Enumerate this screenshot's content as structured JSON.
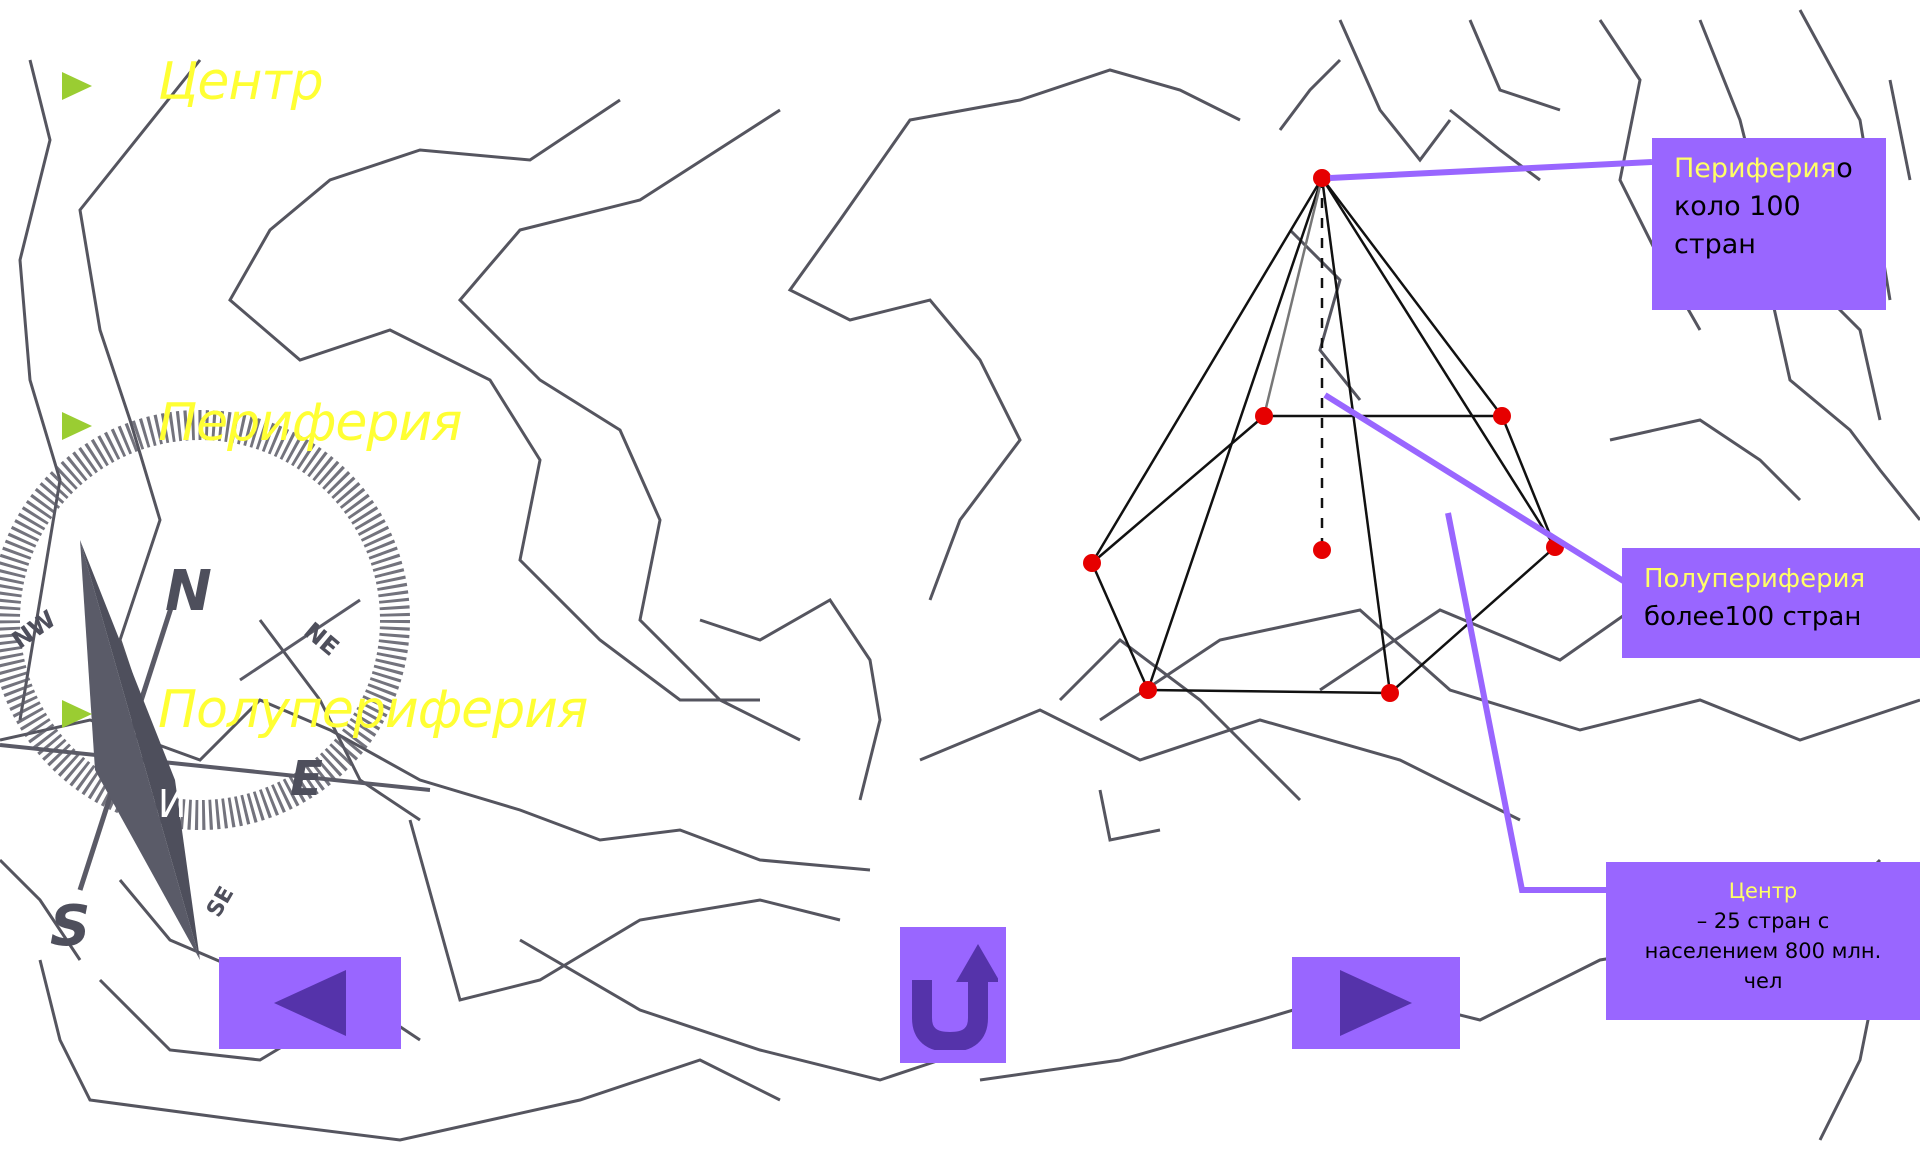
{
  "bullets": [
    {
      "label": "Центр"
    },
    {
      "label": "Периферия"
    },
    {
      "label": "Полупериферия"
    }
  ],
  "hidden_text_fragment": "И",
  "compass": {
    "n": "N",
    "s": "S",
    "e": "E",
    "nw": "NW",
    "ne": "NE",
    "se": "SE"
  },
  "callouts": {
    "periphery": {
      "highlight": "Периферия",
      "rest_1": "о",
      "rest_2": "коло 100",
      "rest_3": "стран"
    },
    "semiperiphery": {
      "highlight": "Полупериферия",
      "rest": "более100 стран"
    },
    "center": {
      "highlight": "Центр",
      "line1": "– 25 стран с",
      "line2": "населением 800 млн.",
      "line3": "чел"
    }
  },
  "navigation": {
    "back": "back-arrow",
    "return": "return-arrow",
    "forward": "forward-arrow"
  },
  "colors": {
    "accent": "#9966ff",
    "bullet": "#9acd32",
    "term": "#ffff33",
    "vertex": "#e60000",
    "icon": "#5533aa"
  }
}
